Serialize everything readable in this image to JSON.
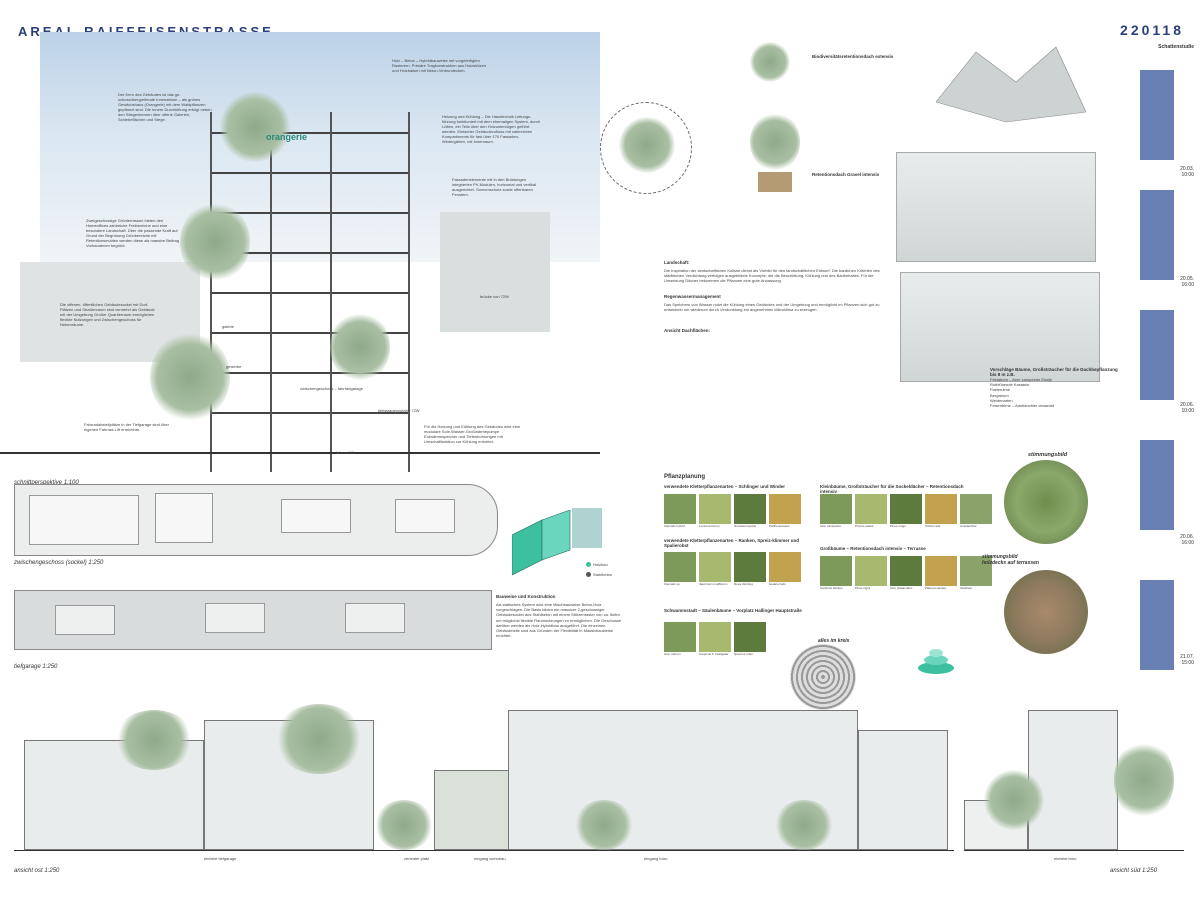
{
  "header": {
    "title": "AREAL RAIFFEISENSTRASSE",
    "code": "220118"
  },
  "section": {
    "orangerie_label": "orangerie",
    "caption": "schnittperspektive 1:100",
    "note_upper_left": "Der Kern des Gebäudes ist das ge-schossübergreifende Innenatrium – als grünes Gewächshaus (Orangerie) mit dem Waldpflanzen gepflanzt sind. Die Innere Durchlüftung erfolgt neben den Stiegenkernen über offene Galerien, Schiebeflächen und Stege.",
    "note_upper_right": "Holz – Beton – Hybridbauweise mit vorgefertigten Rasterern. Primäre Tragkonstruktion aus Holzstützen und Holzbalken mit Beton-Verbundecken.",
    "note_heating": "Heizung und Kühlung – Die Haustechnik Leitungs-führung funktioniert mit dem ehemaligen System, durch Lüften, ein Teils über den Holzunterzügen geführt werden. Einfacher Gebäudezufluss mit zahlreichen Kompartiments für fast über 170 Fassaden-Wintergärten, mit Innenraum.",
    "note_pv": "Fassadenelemente mit in den Brüstungen integrierten PV-Modulen, horizontal und vertikal ausgerichtet. Sonnenschutz sowie offenbaren Fenstern.",
    "note_green_room": "Zweigeschossige Grünterrassen bieten den Homeoffices zahlreiche Freibereiche und eine besondere Landschaft. Über die passende Kraft auf Grund der Begrünung Grünbereiche mit Retentionsmulden werden diese als massive Beitrag Vorhandenen begrünt.",
    "note_open_ground": "Die offenen, öffentlichen Gebäudesockel mit Dorf-Plätzen und Straßenraum sind vermehrt als Gebäude mit der Umgebung Großer Quartierraum ermöglichen flexible Nutzungen und Zwischengeschoss für Nebenräume.",
    "note_bike": "Fahrradabstellplätze in der Tiefgarage sind über eigenen Fahrrad-Lift erreichbar.",
    "note_heating_cooling": "Für die Heizung und Kühlung des Gebäudes wird eine modulare Sole-Wasser-Großwärmepumpe Erdwärmespeicher und Tiefenbohrungen mit Umschaltfunktion zur Kühlung errichtet.",
    "label_bruecke": "brücke von 72W",
    "label_galerie": "galerie",
    "label_gewerbe": "gewerbe",
    "label_zwischengeschoss": "zwischengeschoss – fahrradgarage",
    "label_tiefgarage": "tiefgaragenzufahrt 72W",
    "label_fahrrad_lift": "fahrrad lift"
  },
  "plans": {
    "zwischengeschoss_caption": "zwischengeschoss (sockel) 1:250",
    "tiefgarage_caption": "tiefgarage 1:250",
    "legend_holzbau": "Holzbau",
    "legend_stahlbeton": "Stahlbeton",
    "construction_title": "Bauweise und Konstruktion",
    "construction_text": "Als statisches System wird eine Mischbauweise Beton-Holz vorgeschlagen. Die Basis bilden ein massiver 2-geschossiger Gebäudesockel aus Stahlbeton mit einem Stützenraster von ca. 8x8m um möglichst flexible Raumnutzungen zu ermöglichen. Die Geschosse darüber werden als Holz-Hybridbau ausgeführt. Die einzelnen Gebäudeteile sind aus Gründen der Flexibilität in Massivbauweise errichtet."
  },
  "right": {
    "landschaft_title": "Landschaft:",
    "landschaft_text": "Die Inspiration der landschaftlichen Kulisse dienst als Vorbild für den landschaftlichen Entwurf. Die baulichen Kriterien des städtischen Verdichtung verfolgen ausgebildete Konzepte, die die Beschüttung, Kühlung und des Baubehaltes. Für die Umsetzung Dächer bekommen die Pflanzen eine gute Anpassung.",
    "regen_title": "Regenwassermanagement",
    "regen_text": "Das Speichern von Wasser nutzt die Kühlung eines Gebäudes und der Umgebung und ermöglicht im Pflanzen sich gut zu entwickeln um wiederum durch Verdunstung ein angenehmes Mikroklima zu erzeugen.",
    "dach_title": "Ansicht Dachflächen:",
    "biodiv_title": "Biodiversitätsretentionsdach extensiv",
    "reten_title": "Retentionsdach Gravel intensiv",
    "pflanz_title": "Pflanzplanung",
    "kletter1_title": "verwendete Kletterpflanzenarten – Schlinger und Winder",
    "kletter2_title": "verwendete Kletterpflanzenarten – Ranken, Spreiz-klimmer und Spalierobst",
    "kleinbaeume_title": "Kleinbäume, Großsträucher für die Sockeldächer – Retentionsdach intensiv",
    "grossbaeume_title": "Großbäume – Retentionsdach intensiv – Terrasse",
    "schwammstadt_title": "Schwammstadt – Säulenbäume – Vorplatz Hallinger Hauptstraße",
    "alles_im_kreis": "alles im kreis",
    "stimmungsbild": "stimmungsbild",
    "stimmungsbild2": "stimmungsbild holzdecks auf terrassen",
    "schattenstudie": "Schattenstudie",
    "vorschlag_title": "Vorschläge Bäume, Großsträucher für die Dachbepflanzung bis 8 m z.B.",
    "vorschlag_text": "Feldahorn – Acer campestre Elsrijk\nRotblühende Kastanie\nFlatterulme\nBergahorn\nWeidenarten\nFelsenbirne – Amelanchier lamarckii"
  },
  "plants": {
    "kletter1": [
      "Clematis hybrid",
      "Lonicera henryi",
      "Humulus lupulus",
      "Parthenocissus"
    ],
    "kletter2": [
      "Clematis sp.",
      "Jasminum nudiflorum",
      "Rosa climbing",
      "Hedera helix"
    ],
    "klein": [
      "Acer campestre",
      "Prunus padus",
      "Pinus mugo",
      "Sorbus aria",
      "Amelanchier"
    ],
    "gross": [
      "Carpinus betulus",
      "Pinus nigra",
      "Acer platanoides",
      "Zelkova serrata",
      "Gleditsia"
    ],
    "saeulen": [
      "Acer rubrum",
      "Carpinus b. Fastigiata",
      "Quercus robur"
    ]
  },
  "timeline": [
    {
      "date": "20.03.",
      "time": "10:00"
    },
    {
      "date": "20.05.",
      "time": "16:00"
    },
    {
      "date": "20.06.",
      "time": "10:00"
    },
    {
      "date": "20.06.",
      "time": "16:00"
    },
    {
      "date": "21.07.",
      "time": "15:00"
    }
  ],
  "elevations": {
    "ost_caption": "ansicht ost 1:250",
    "sued_caption": "ansicht süd 1:250",
    "label_1": "einfahrt tiefgarage",
    "label_2": "zentraler platz",
    "label_3": "eingang wohnbau",
    "label_4": "eingang büro",
    "label_5": "einfahrt büro"
  },
  "colors": {
    "accent": "#2b3f7a",
    "orangerie": "#2a8a7a",
    "green": "#8fa98a",
    "shadow": "#4f6aa8"
  }
}
